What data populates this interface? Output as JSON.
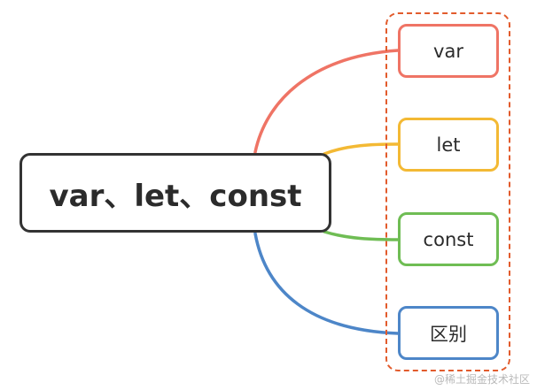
{
  "diagram": {
    "root": {
      "label": "var、let、const"
    },
    "children": [
      {
        "label": "var",
        "color": "#ef7465"
      },
      {
        "label": "let",
        "color": "#f3b934"
      },
      {
        "label": "const",
        "color": "#6fbd54"
      },
      {
        "label": "区别",
        "color": "#4d86c8"
      }
    ],
    "group_border_color": "#e25b2c",
    "root_border_color": "#333333"
  },
  "watermark": "@稀土掘金技术社区"
}
